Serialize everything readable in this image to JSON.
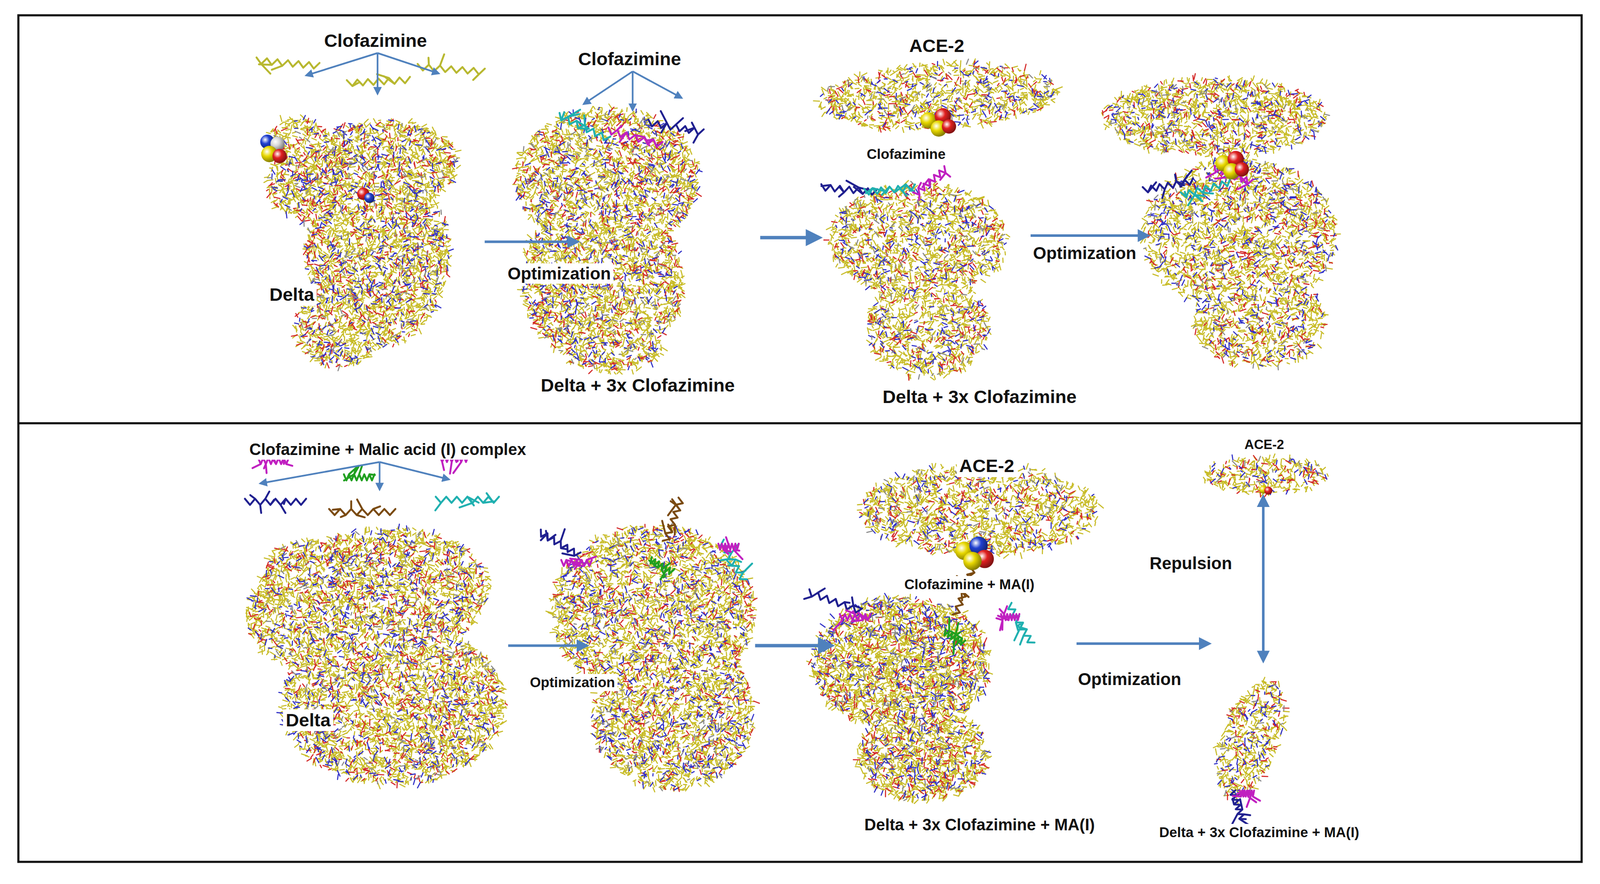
{
  "diagram": {
    "labels": [
      "Clofazimine",
      "Clofazimine",
      "ACE-2",
      "Clofazimine",
      "Delta",
      "Optimization",
      "Optimization",
      "Delta + 3x Clofazimine",
      "Delta + 3x Clofazimine",
      "Clofazimine + Malic acid (I) complex",
      "ACE-2",
      "ACE-2",
      "Clofazimine + MA(I)",
      "Repulsion",
      "Delta",
      "Optimization",
      "Optimization",
      "Delta + 3x Clofazimine + MA(I)",
      "Delta + 3x Clofazimine + MA(I)"
    ]
  }
}
